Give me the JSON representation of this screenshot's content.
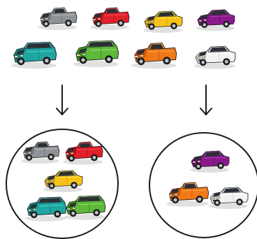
{
  "diagram": {
    "type": "sorting-illustration",
    "source_items": [
      {
        "id": "gray-pickup",
        "body_style": "pickup",
        "color": "#8f9296"
      },
      {
        "id": "red-pickup",
        "body_style": "pickup",
        "color": "#e0202a"
      },
      {
        "id": "yellow-sedan",
        "body_style": "sedan",
        "color": "#f7c21a"
      },
      {
        "id": "purple-sedan",
        "body_style": "sedan",
        "color": "#8a1a8c"
      },
      {
        "id": "teal-suv",
        "body_style": "suv",
        "color": "#1fa6a2"
      },
      {
        "id": "green-suv",
        "body_style": "suv",
        "color": "#5fb83a"
      },
      {
        "id": "orange-pickup",
        "body_style": "pickup",
        "color": "#f07a1a"
      },
      {
        "id": "white-sedan",
        "body_style": "sedan",
        "color": "#f2f2f2"
      }
    ],
    "groups": [
      {
        "id": "left-group",
        "members": [
          "gray-pickup",
          "red-pickup",
          "yellow-sedan",
          "teal-suv",
          "green-suv"
        ]
      },
      {
        "id": "right-group",
        "members": [
          "purple-sedan",
          "orange-pickup",
          "white-sedan"
        ]
      }
    ],
    "colors": {
      "outline": "#1a1a1a",
      "window": "#2b2f36",
      "tire": "#1b1b1b",
      "rim": "#bfc3c7",
      "headlight": "#fff6c8"
    }
  }
}
